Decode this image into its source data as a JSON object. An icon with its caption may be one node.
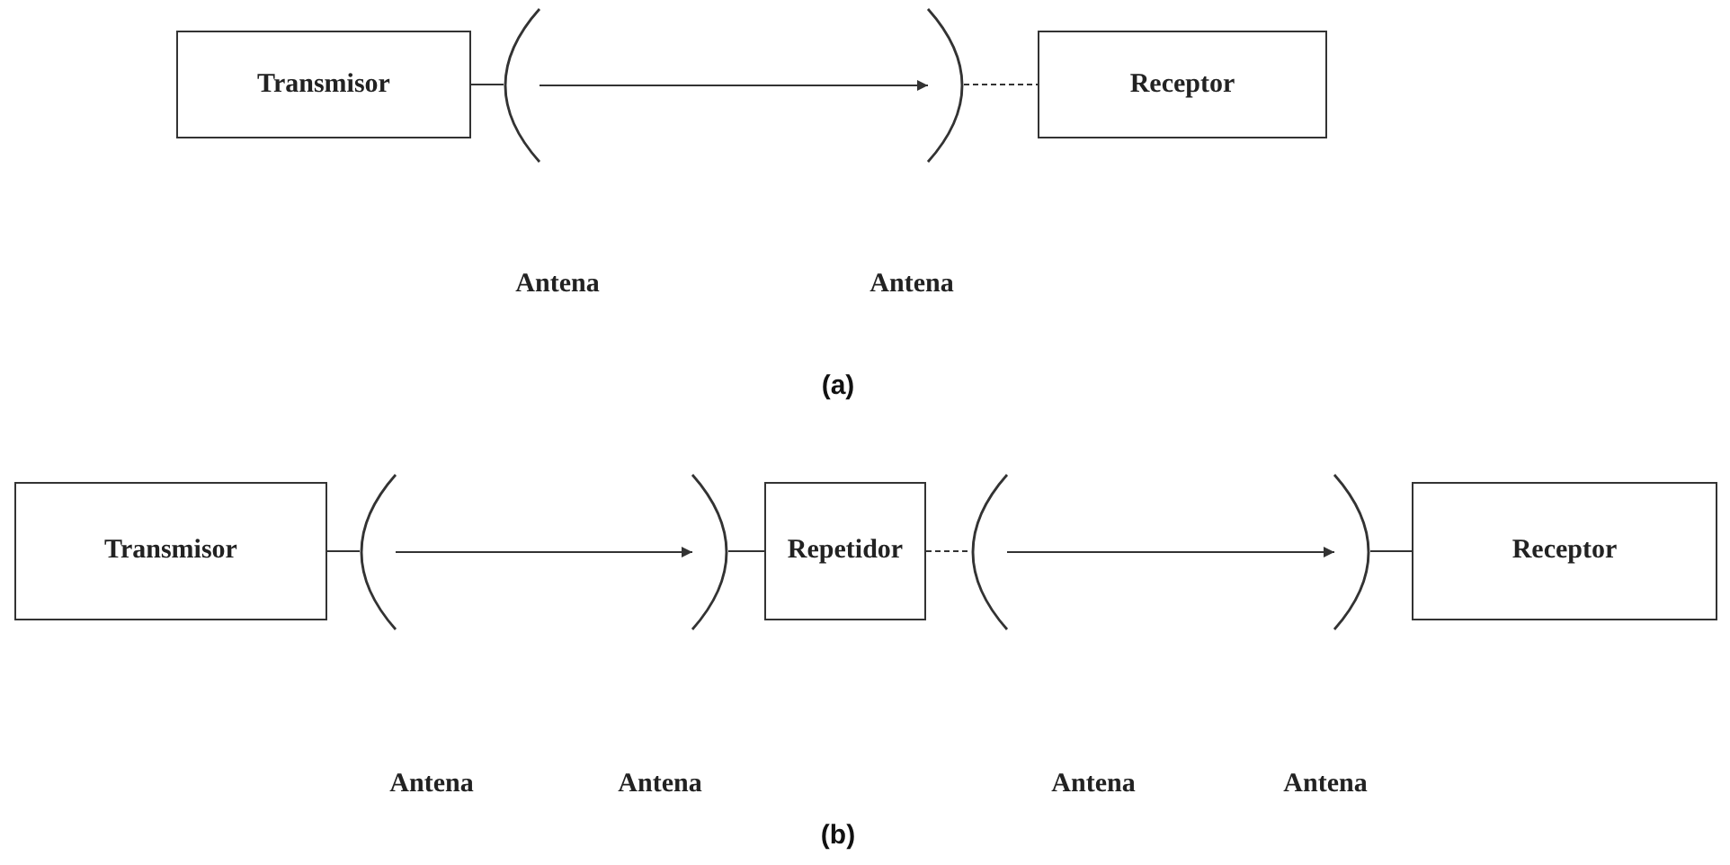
{
  "diagram": {
    "nodes": [
      {
        "text": [
          "Transmisor"
        ]
      },
      {
        "text": [],
        "shape": "arc"
      },
      {
        "text": [],
        "shape": "arc"
      },
      {
        "text": [
          "Receptor"
        ]
      },
      {
        "text": [
          "Transmisor"
        ]
      },
      {
        "text": [],
        "shape": "arc"
      },
      {
        "text": [],
        "shape": "arc"
      },
      {
        "text": [
          "Repetidor"
        ]
      },
      {
        "text": [],
        "shape": "arc"
      },
      {
        "text": [],
        "shape": "arc"
      },
      {
        "text": [
          "Receptor"
        ]
      }
    ],
    "edges": [
      {
        "from": 0,
        "to": 1,
        "arrow": "none"
      },
      {
        "from": 1,
        "to": 2,
        "arrow": "to"
      },
      {
        "from": 2,
        "to": 3,
        "arrow": "none",
        "style": "dashed"
      },
      {
        "from": 4,
        "to": 5,
        "arrow": "none"
      },
      {
        "from": 5,
        "to": 6,
        "arrow": "to"
      },
      {
        "from": 6,
        "to": 7,
        "arrow": "none"
      },
      {
        "from": 7,
        "to": 8,
        "arrow": "none",
        "style": "dashed"
      },
      {
        "from": 8,
        "to": 9,
        "arrow": "to"
      },
      {
        "from": 9,
        "to": 10,
        "arrow": "none"
      }
    ],
    "labels": [
      "Antena",
      "Antena",
      "(a)",
      "Antena",
      "Antena",
      "Antena",
      "Antena",
      "(b)"
    ]
  }
}
